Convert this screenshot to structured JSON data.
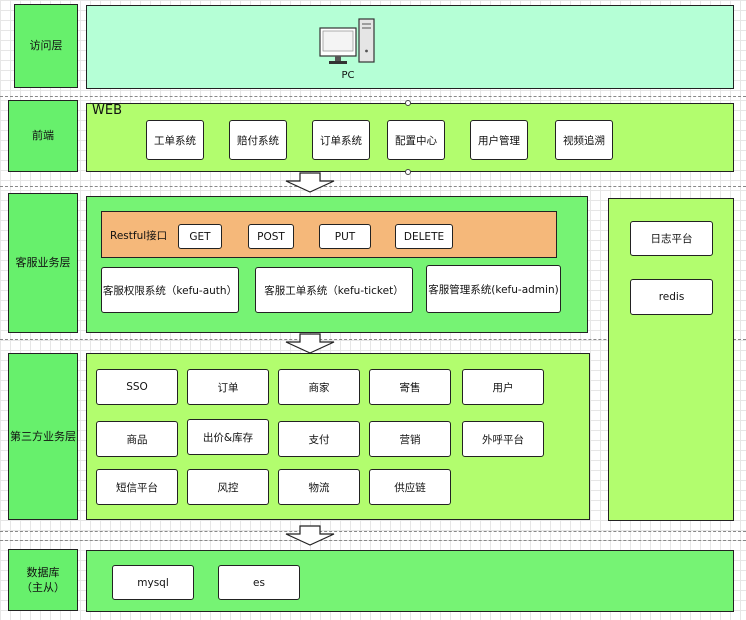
{
  "layers": {
    "access": "访问层",
    "frontend": "前端",
    "service": "客服业务层",
    "third_party": "第三方业务层",
    "database_line1": "数据库",
    "database_line2": "（主从）"
  },
  "access": {
    "pc_label": "PC"
  },
  "web": {
    "title": "WEB",
    "items": [
      "工单系统",
      "赔付系统",
      "订单系统",
      "配置中心",
      "用户管理",
      "视频追溯"
    ]
  },
  "service": {
    "restful_label": "Restful接口",
    "methods": [
      "GET",
      "POST",
      "PUT",
      "DELETE"
    ],
    "systems": [
      "客服权限系统（kefu-auth）",
      "客服工单系统（kefu-ticket）",
      "客服管理系统(kefu-admin)"
    ]
  },
  "third_party": {
    "row1": [
      "SSO",
      "订单",
      "商家",
      "寄售",
      "用户"
    ],
    "row2": [
      "商品",
      "出价&库存",
      "支付",
      "营销",
      "外呼平台"
    ],
    "row3": [
      "短信平台",
      "风控",
      "物流",
      "供应链"
    ]
  },
  "side": {
    "items": [
      "日志平台",
      "redis"
    ]
  },
  "database": {
    "items": [
      "mysql",
      "es"
    ]
  }
}
